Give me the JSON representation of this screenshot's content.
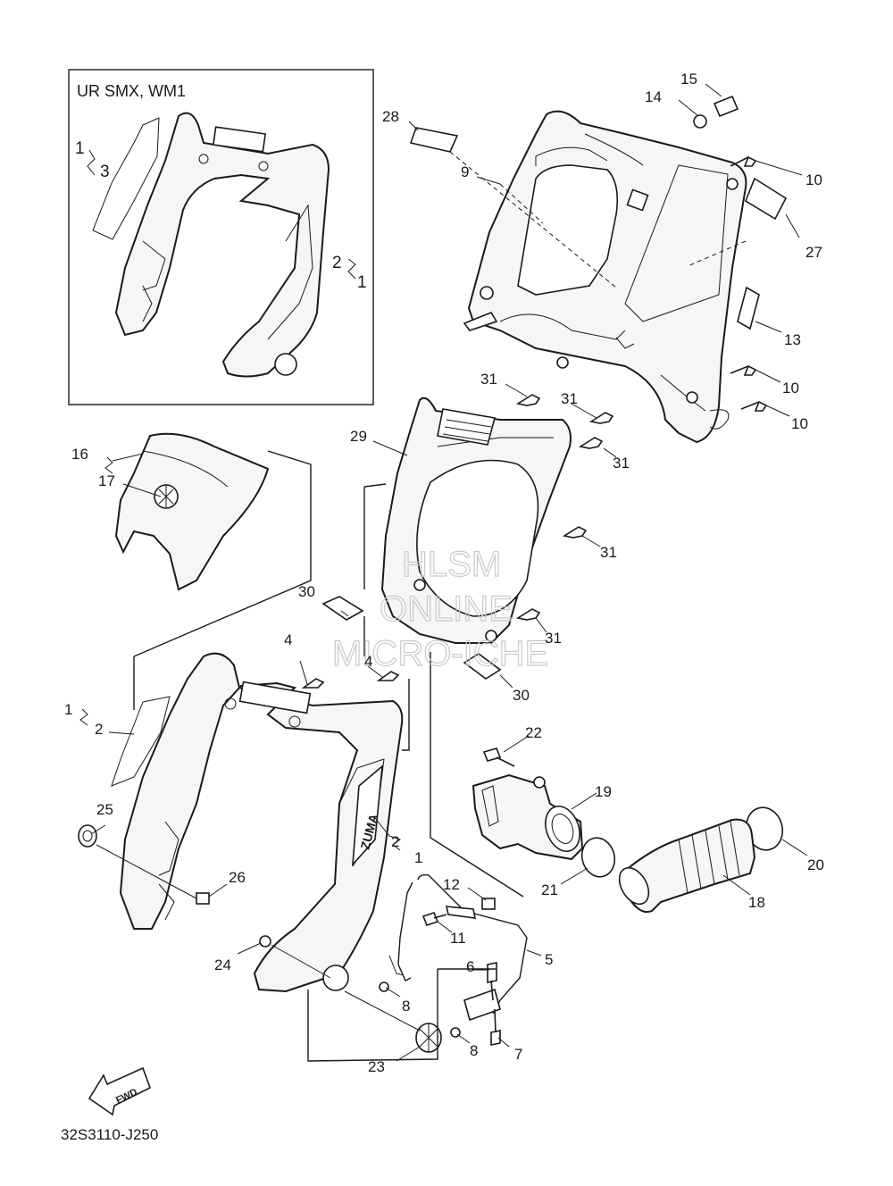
{
  "inset": {
    "title": "UR SMX, WM1"
  },
  "drawing_code": "32S3110-J250",
  "fwd_arrow": {
    "label": "FWD",
    "icon": "forward-arrow-icon"
  },
  "watermark": {
    "lines": [
      "HLSM",
      "ONLINE",
      "MICRO-ICHE"
    ]
  },
  "callouts": [
    {
      "id": "inset-1a",
      "text": "1"
    },
    {
      "id": "inset-3",
      "text": "3"
    },
    {
      "id": "inset-2",
      "text": "2"
    },
    {
      "id": "inset-1b",
      "text": "1"
    },
    {
      "id": "c15",
      "text": "15"
    },
    {
      "id": "c14",
      "text": "14"
    },
    {
      "id": "c28",
      "text": "28"
    },
    {
      "id": "c9",
      "text": "9"
    },
    {
      "id": "c10a",
      "text": "10"
    },
    {
      "id": "c27",
      "text": "27"
    },
    {
      "id": "c13",
      "text": "13"
    },
    {
      "id": "c10b",
      "text": "10"
    },
    {
      "id": "c10c",
      "text": "10"
    },
    {
      "id": "c31a",
      "text": "31"
    },
    {
      "id": "c31b",
      "text": "31"
    },
    {
      "id": "c29",
      "text": "29"
    },
    {
      "id": "c31c",
      "text": "31"
    },
    {
      "id": "c31d",
      "text": "31"
    },
    {
      "id": "c31e",
      "text": "31"
    },
    {
      "id": "c16",
      "text": "16"
    },
    {
      "id": "c17",
      "text": "17"
    },
    {
      "id": "c30a",
      "text": "30"
    },
    {
      "id": "c4a",
      "text": "4"
    },
    {
      "id": "c4b",
      "text": "4"
    },
    {
      "id": "c30b",
      "text": "30"
    },
    {
      "id": "c1a",
      "text": "1"
    },
    {
      "id": "c2a",
      "text": "2"
    },
    {
      "id": "c22",
      "text": "22"
    },
    {
      "id": "c19",
      "text": "19"
    },
    {
      "id": "c25",
      "text": "25"
    },
    {
      "id": "c2b",
      "text": "2"
    },
    {
      "id": "c1b",
      "text": "1"
    },
    {
      "id": "c20",
      "text": "20"
    },
    {
      "id": "c26",
      "text": "26"
    },
    {
      "id": "c12",
      "text": "12"
    },
    {
      "id": "c21",
      "text": "21"
    },
    {
      "id": "c18",
      "text": "18"
    },
    {
      "id": "c11",
      "text": "11"
    },
    {
      "id": "c5",
      "text": "5"
    },
    {
      "id": "c24",
      "text": "24"
    },
    {
      "id": "c6",
      "text": "6"
    },
    {
      "id": "c8a",
      "text": "8"
    },
    {
      "id": "c8b",
      "text": "8"
    },
    {
      "id": "c7",
      "text": "7"
    },
    {
      "id": "c23",
      "text": "23"
    }
  ]
}
